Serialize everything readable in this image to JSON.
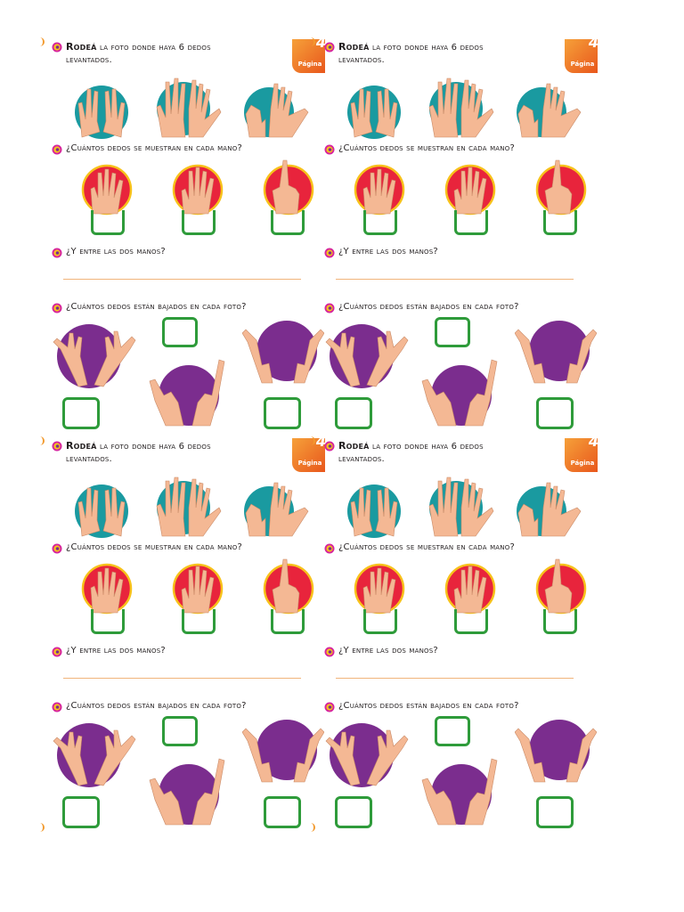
{
  "panels": [
    {
      "id": "tl",
      "badge": {
        "number": "4",
        "label": "Página"
      }
    },
    {
      "id": "tr",
      "badge": {
        "number": "4",
        "label": "Página"
      }
    },
    {
      "id": "bl",
      "badge": {
        "number": "4",
        "label": "Página"
      }
    },
    {
      "id": "br",
      "badge": {
        "number": "4",
        "label": "Página"
      }
    }
  ],
  "questions": {
    "q1_bold": "Rodeá",
    "q1_rest": " la foto donde haya 6 dedos",
    "q1_line2": "levantados.",
    "q2": "¿Cuántos dedos se muestran en cada mano?",
    "q3": "¿Y entre las dos manos?",
    "q4": "¿Cuántos dedos están bajados en cada foto?"
  },
  "colors": {
    "teal": "#1a9aa0",
    "red": "#e8243c",
    "yellow": "#f7c21b",
    "purple": "#7b2d8e",
    "green": "#2e9b3a",
    "skin": "#f4b894",
    "orange": "#f29a2e"
  },
  "icons": {
    "bullet": "spiral-bullet-icon",
    "hand": "hand-photo-icon"
  }
}
